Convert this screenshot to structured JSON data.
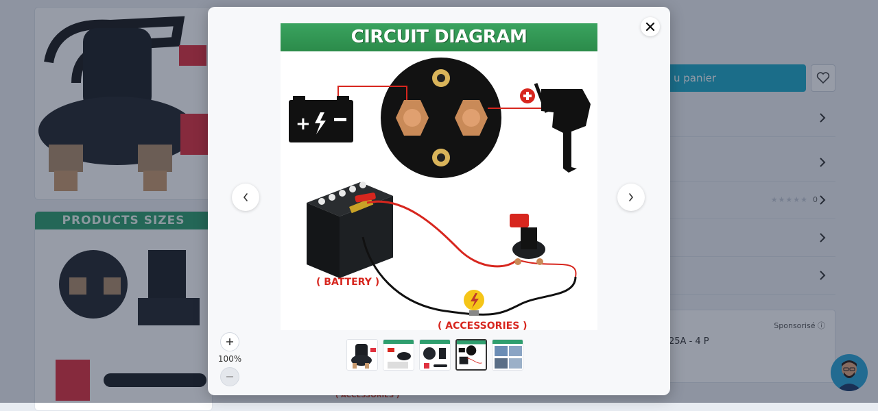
{
  "background": {
    "products_banner": "PRODUCTS SIZES",
    "add_to_cart_label": "u panier",
    "rating_count": "0",
    "rating_stars": "★★★★★",
    "sponsored_label": "Sponsorisé",
    "sponsored_product": "25A - 4 P",
    "bottom_caption": "( ACCESSORIES )"
  },
  "modal": {
    "image_title": "CIRCUIT DIAGRAM",
    "battery_label": "( BATTERY )",
    "accessories_label": "( ACCESSORIES )",
    "zoom_level": "100%",
    "thumbnails": [
      "thumb-1",
      "thumb-2",
      "thumb-3",
      "thumb-4",
      "thumb-5"
    ],
    "active_thumbnail": 4
  },
  "colors": {
    "accent": "#1ea9c8",
    "header_green": "#2b8b4a",
    "label_red": "#d7261e"
  }
}
